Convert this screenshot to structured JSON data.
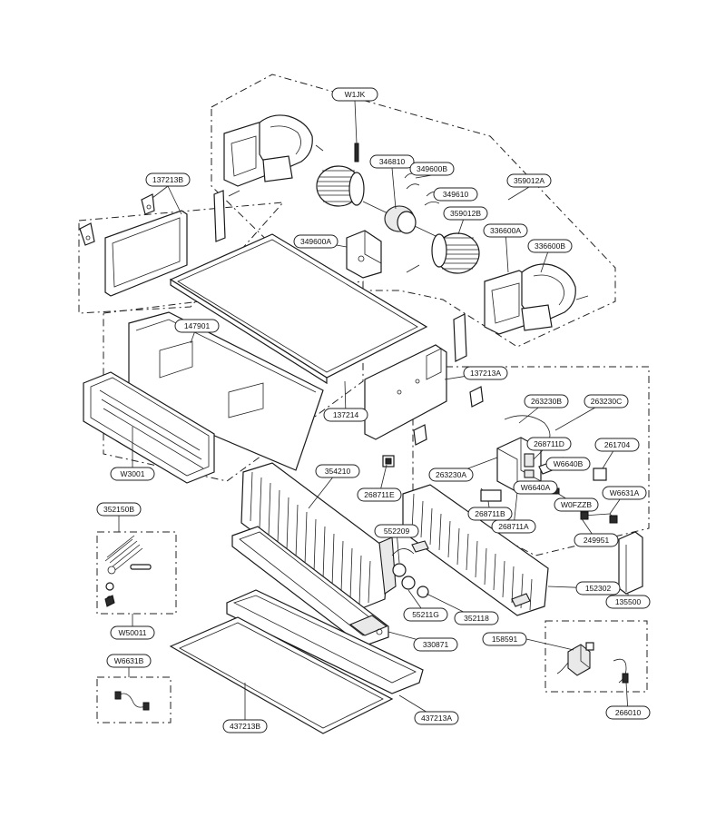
{
  "labels": [
    {
      "id": "W1JK",
      "text": "W1JK"
    },
    {
      "id": "346810",
      "text": "346810"
    },
    {
      "id": "349600B",
      "text": "349600B"
    },
    {
      "id": "359012A",
      "text": "359012A"
    },
    {
      "id": "137213B",
      "text": "137213B"
    },
    {
      "id": "349610",
      "text": "349610"
    },
    {
      "id": "359012B",
      "text": "359012B"
    },
    {
      "id": "336600A",
      "text": "336600A"
    },
    {
      "id": "349600A",
      "text": "349600A"
    },
    {
      "id": "336600B",
      "text": "336600B"
    },
    {
      "id": "147901",
      "text": "147901"
    },
    {
      "id": "137213A",
      "text": "137213A"
    },
    {
      "id": "263230B",
      "text": "263230B"
    },
    {
      "id": "263230C",
      "text": "263230C"
    },
    {
      "id": "137214",
      "text": "137214"
    },
    {
      "id": "268711D",
      "text": "268711D"
    },
    {
      "id": "261704",
      "text": "261704"
    },
    {
      "id": "W6640B",
      "text": "W6640B"
    },
    {
      "id": "W3001",
      "text": "W3001"
    },
    {
      "id": "354210",
      "text": "354210"
    },
    {
      "id": "263230A",
      "text": "263230A"
    },
    {
      "id": "268711E",
      "text": "268711E"
    },
    {
      "id": "W6640A",
      "text": "W6640A"
    },
    {
      "id": "W0FZZB",
      "text": "W0FZZB"
    },
    {
      "id": "W6631A",
      "text": "W6631A"
    },
    {
      "id": "268711B",
      "text": "268711B"
    },
    {
      "id": "268711A",
      "text": "268711A"
    },
    {
      "id": "352150B",
      "text": "352150B"
    },
    {
      "id": "552209",
      "text": "552209"
    },
    {
      "id": "249951",
      "text": "249951"
    },
    {
      "id": "152302",
      "text": "152302"
    },
    {
      "id": "135500",
      "text": "135500"
    },
    {
      "id": "55211G",
      "text": "55211G"
    },
    {
      "id": "352118",
      "text": "352118"
    },
    {
      "id": "W50011",
      "text": "W50011"
    },
    {
      "id": "158591",
      "text": "158591"
    },
    {
      "id": "330871",
      "text": "330871"
    },
    {
      "id": "W6631B",
      "text": "W6631B"
    },
    {
      "id": "437213B",
      "text": "437213B"
    },
    {
      "id": "437213A",
      "text": "437213A"
    },
    {
      "id": "266010",
      "text": "266010"
    }
  ]
}
